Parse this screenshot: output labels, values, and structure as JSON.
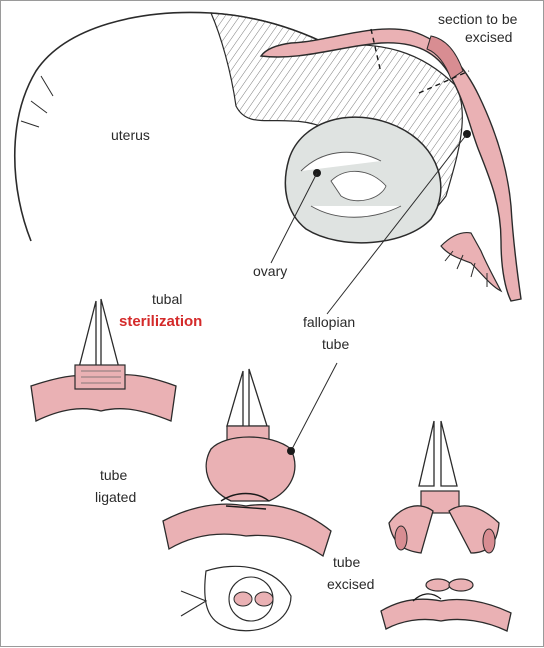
{
  "labels": {
    "section_line1": "section to be",
    "section_line2": "excised",
    "uterus": "uterus",
    "ovary": "ovary",
    "tubal": "tubal",
    "sterilization": "sterilization",
    "fallopian_line1": "fallopian",
    "fallopian_line2": "tube",
    "ligated_line1": "tube",
    "ligated_line2": "ligated",
    "excised_line1": "tube",
    "excised_line2": "excised"
  },
  "colors": {
    "tube_pink": "#eab1b4",
    "tube_pink_dark": "#d88d92",
    "outline": "#2b2b2b",
    "accent_red": "#d42a2a",
    "ovary_fill": "#dfe3e1",
    "background": "#ffffff"
  }
}
